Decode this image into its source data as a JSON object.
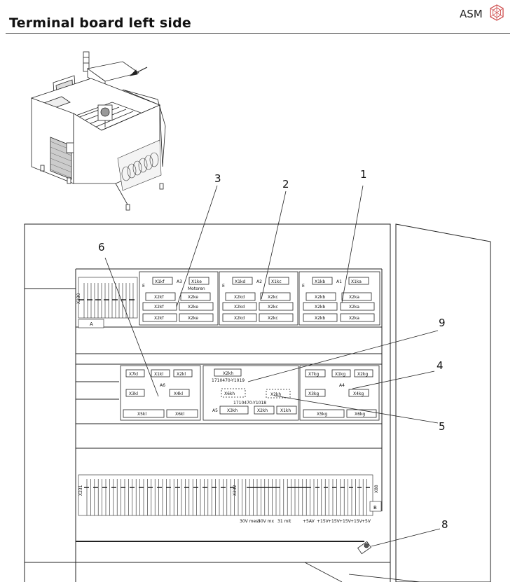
{
  "header": {
    "title": "Terminal board left side",
    "brand": "ASM"
  },
  "callouts": [
    "1",
    "2",
    "3",
    "4",
    "5",
    "6",
    "8",
    "9"
  ],
  "boards": {
    "a1": {
      "label": "A1",
      "top": [
        "X1kb",
        "X1ka"
      ],
      "rows": [
        [
          "X2kb",
          "X2ka"
        ],
        [
          "X2kb",
          "X2ka"
        ],
        [
          "X2kb",
          "X2ka"
        ]
      ]
    },
    "a2": {
      "label": "A2",
      "top": [
        "X1kd",
        "X1kc"
      ],
      "rows": [
        [
          "X2kd",
          "X2kc"
        ],
        [
          "X2kd",
          "X2kc"
        ],
        [
          "X2kd",
          "X2kc"
        ]
      ]
    },
    "a3": {
      "label": "A3",
      "sub": "Motoren",
      "top": [
        "X1kf",
        "X1ke"
      ],
      "rows": [
        [
          "X2kf",
          "X2ke"
        ],
        [
          "X2kf",
          "X2ke"
        ],
        [
          "X2kf",
          "X2ke"
        ]
      ]
    },
    "a6": {
      "label": "A6",
      "items": [
        "X7kl",
        "X1kl",
        "X2kl",
        "X3kl",
        "X4kl",
        "X5kl",
        "X6kl"
      ]
    },
    "center": {
      "items": [
        "X2kh",
        "1710470-Y1019",
        "X6kh",
        "X2kh",
        "1710470-Y1018",
        "A5",
        "X3kh",
        "X2kh",
        "X1kh"
      ]
    },
    "a4": {
      "label": "A4",
      "items": [
        "X7kg",
        "X1kg",
        "X2kg",
        "X3kg",
        "X4kg",
        "X5kg",
        "X6kg"
      ]
    }
  },
  "letters": {
    "e": "E",
    "a": "A",
    "b": "B"
  },
  "strip": {
    "left_label": "X231",
    "mid_label": "X232",
    "right_label": "X88",
    "top_label": "X230",
    "voltages": [
      "30V mess",
      "30V mx",
      "31 mit",
      "+5AV",
      "+15V",
      "+15V",
      "+15V",
      "+15V",
      "+5V"
    ]
  }
}
